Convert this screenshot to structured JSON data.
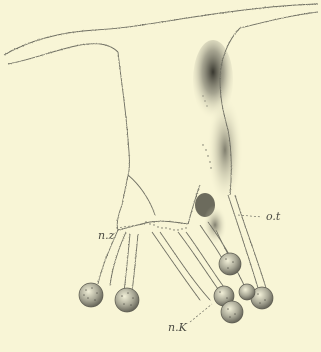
{
  "figure": {
    "colors": {
      "paper": "#f8f5d6",
      "ink": "#6f6f63",
      "shade": "#9c9b8c",
      "shade_dark": "#3d3c34",
      "knob": "#8a8a7a"
    },
    "labels": {
      "n_z": "n.z",
      "o_t": "o.t",
      "n_k": "n.K"
    }
  }
}
